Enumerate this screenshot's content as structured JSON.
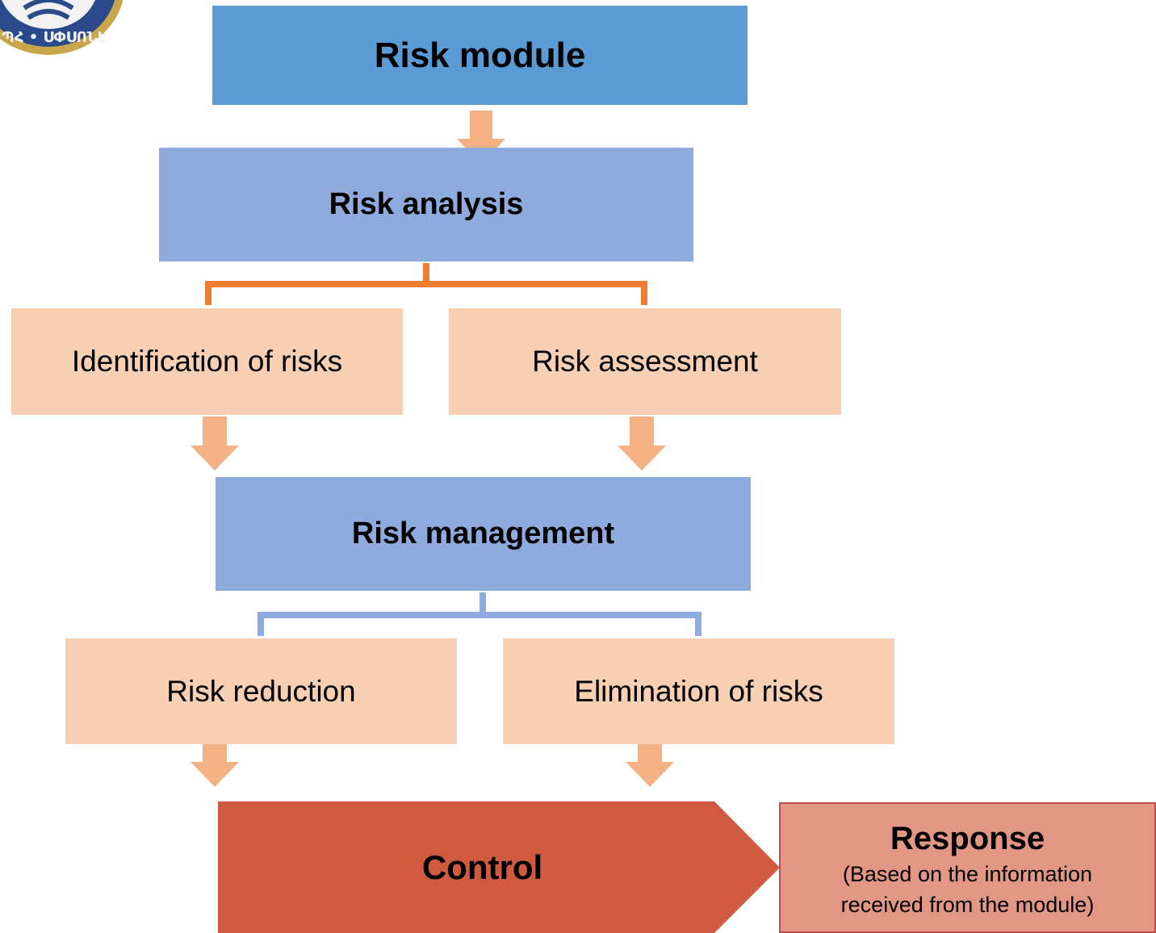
{
  "nodes": {
    "risk_module": "Risk module",
    "risk_analysis": "Risk analysis",
    "identification": "Identification of risks",
    "assessment": "Risk assessment",
    "risk_management": "Risk management",
    "reduction": "Risk reduction",
    "elimination": "Elimination of risks",
    "control": "Control"
  },
  "response": {
    "title": "Response",
    "line1": "(Based on the information",
    "line2": "received from the module)"
  },
  "logo": {
    "text": "ԱՊՀ • ՍՓՍՈՆԷ",
    "icon": "university-seal-icon"
  },
  "colors": {
    "module_blue": "#5b9bd5",
    "step_blue": "#8faadc",
    "peach": "#f7cfb3",
    "arrow": "#f4b183",
    "orange_connector": "#ed7d31",
    "blue_connector": "#8faadc",
    "control_red": "#d05a3f",
    "response_pink": "#e29684"
  }
}
